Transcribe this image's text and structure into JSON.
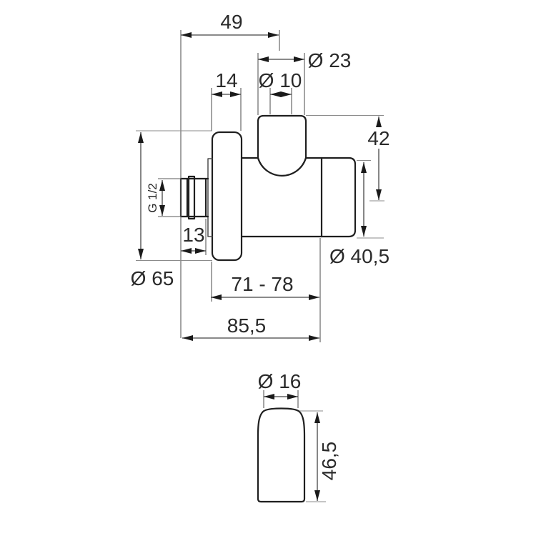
{
  "colors": {
    "background": "#ffffff",
    "outline": "#1f1f1f",
    "dimension_line": "#454545",
    "extension_line": "#8b8b8b",
    "text": "#2a2a2a"
  },
  "main_view": {
    "dimensions": {
      "width_49": "49",
      "dia_23": "Ø 23",
      "flange_14": "14",
      "dia_10": "Ø 10",
      "height_42": "42",
      "thread": "G 1/2",
      "thread_len_13": "13",
      "dia_65": "Ø 65",
      "dia_40_5": "Ø 40,5",
      "depth_range_71_78": "71 - 78",
      "overall_85_5": "85,5"
    }
  },
  "detail_view": {
    "dimensions": {
      "dia_16": "Ø 16",
      "height_46_5": "46,5"
    }
  }
}
